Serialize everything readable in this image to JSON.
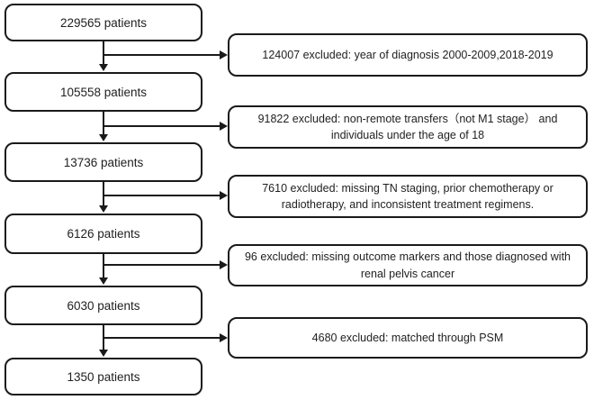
{
  "diagram": {
    "type": "patient-selection-flowchart",
    "colors": {
      "line": "#1a1a1a",
      "box_border": "#1a1a1a",
      "box_fill": "#ffffff",
      "text": "#1f1f1f",
      "background": "#ffffff"
    },
    "cohort_boxes": [
      {
        "label": "229565 patients"
      },
      {
        "label": "105558 patients"
      },
      {
        "label": "13736 patients"
      },
      {
        "label": "6126 patients"
      },
      {
        "label": "6030 patients"
      },
      {
        "label": "1350 patients"
      }
    ],
    "exclusion_boxes": [
      {
        "label": "124007 excluded: year of diagnosis 2000-2009,2018-2019"
      },
      {
        "label": "91822 excluded: non-remote transfers（not M1 stage） and individuals under the age of 18"
      },
      {
        "label": "7610 excluded: missing TN staging, prior chemotherapy or radiotherapy, and inconsistent treatment regimens."
      },
      {
        "label": "96 excluded: missing outcome markers and those diagnosed with renal pelvis cancer"
      },
      {
        "label": "4680 excluded: matched through PSM"
      }
    ]
  }
}
